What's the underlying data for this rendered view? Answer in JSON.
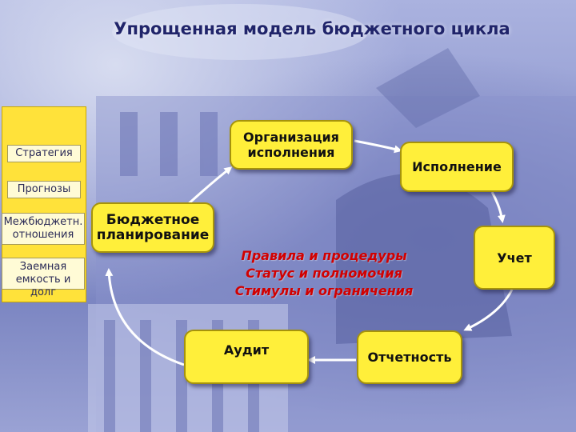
{
  "title": "Упрощенная модель бюджетного цикла",
  "side_labels": [
    "Стратегия",
    "Прогнозы",
    "Межбюджетн.\nотношения",
    "Заемная\nемкость и долг"
  ],
  "nodes": {
    "organization": "Организация\nисполнения",
    "execution": "Исполнение",
    "accounting": "Учет",
    "reporting": "Отчетность",
    "audit": "Аудит",
    "planning": "Бюджетное\nпланирование"
  },
  "rules": [
    "Правила и процедуры",
    "Статус и полномочия",
    "Стимулы и ограничения"
  ],
  "colors": {
    "node_fill": "#ffef3a",
    "panel_fill": "#ffe23a",
    "rules_text": "#d10000",
    "title_text": "#20246a"
  }
}
